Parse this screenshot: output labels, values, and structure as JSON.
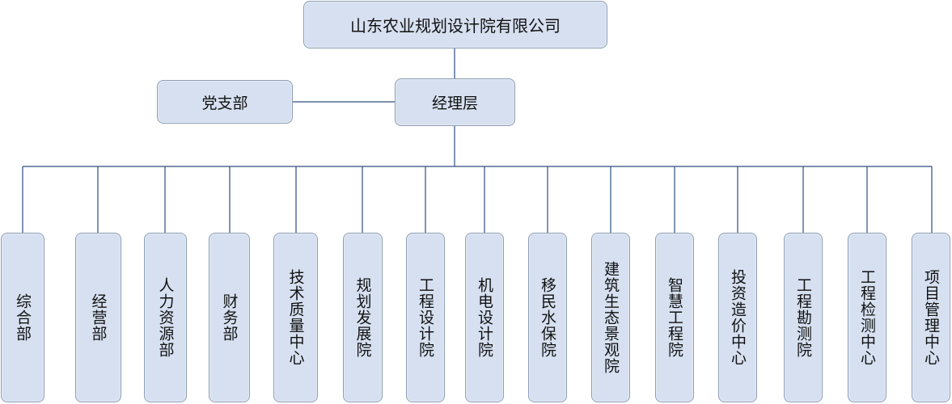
{
  "company": "山东农业规划设计院有限公司",
  "party_branch": "党支部",
  "management": "经理层",
  "departments": [
    "综合部",
    "经营部",
    "人力资源部",
    "财务部",
    "技术质量中心",
    "规划发展院",
    "工程设计院",
    "机电设计院",
    "移民水保院",
    "建筑生态景观院",
    "智慧工程院",
    "投资造价中心",
    "工程勘测院",
    "工程检测中心",
    "项目管理中心"
  ],
  "colors": {
    "box_fill": "#d6e0f0",
    "box_border": "#8d9db3",
    "line": "#2f4e7e"
  }
}
